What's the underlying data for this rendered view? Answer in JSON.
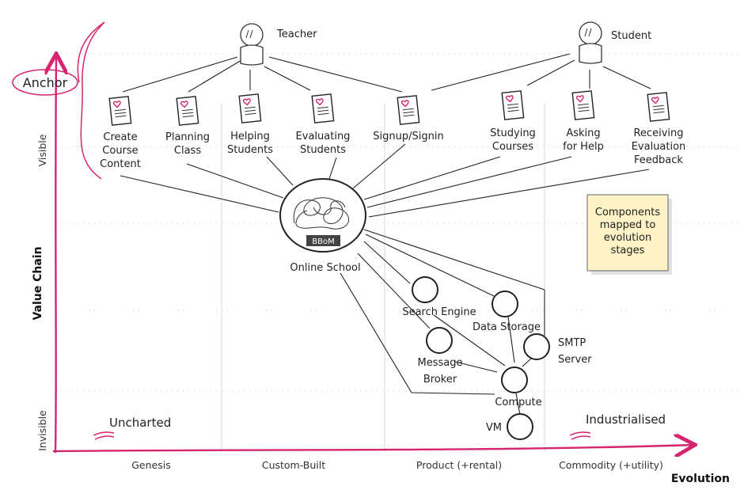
{
  "anchor_label": "Anchor",
  "actors": {
    "teacher": "Teacher",
    "student": "Student"
  },
  "needs": [
    {
      "id": "create-course-content",
      "lines": [
        "Create",
        "Course",
        "Content"
      ]
    },
    {
      "id": "planning-class",
      "lines": [
        "Planning",
        "Class"
      ]
    },
    {
      "id": "helping-students",
      "lines": [
        "Helping",
        "Students"
      ]
    },
    {
      "id": "evaluating-students",
      "lines": [
        "Evaluating",
        "Students"
      ]
    },
    {
      "id": "signup-signin",
      "lines": [
        "Signup/Signin"
      ]
    },
    {
      "id": "studying-courses",
      "lines": [
        "Studying",
        "Courses"
      ]
    },
    {
      "id": "asking-for-help",
      "lines": [
        "Asking",
        "for Help"
      ]
    },
    {
      "id": "receiving-evaluation-feedback",
      "lines": [
        "Receiving",
        "Evaluation",
        "Feedback"
      ]
    }
  ],
  "hub": {
    "badge": "BBoM",
    "label": "Online School"
  },
  "components": [
    {
      "id": "search-engine",
      "lines": [
        "Search Engine"
      ]
    },
    {
      "id": "data-storage",
      "lines": [
        "Data Storage"
      ]
    },
    {
      "id": "message-broker",
      "lines": [
        "Message",
        "Broker"
      ]
    },
    {
      "id": "smtp-server",
      "lines": [
        "SMTP",
        "Server"
      ]
    },
    {
      "id": "compute",
      "lines": [
        "Compute"
      ]
    },
    {
      "id": "vm",
      "lines": [
        "VM"
      ]
    }
  ],
  "note": {
    "lines": [
      "Components",
      "mapped to",
      "evolution",
      "stages"
    ],
    "color": "#fdf3c7"
  },
  "axes": {
    "y_title": "Value Chain",
    "y_top": "Visible",
    "y_bottom": "Invisible",
    "x_title": "Evolution",
    "stages": [
      "Genesis",
      "Custom-Built",
      "Product (+rental)",
      "Commodity (+utility)"
    ],
    "left_note": "Uncharted",
    "right_note": "Industrialised",
    "axis_color": "#d6246e"
  }
}
